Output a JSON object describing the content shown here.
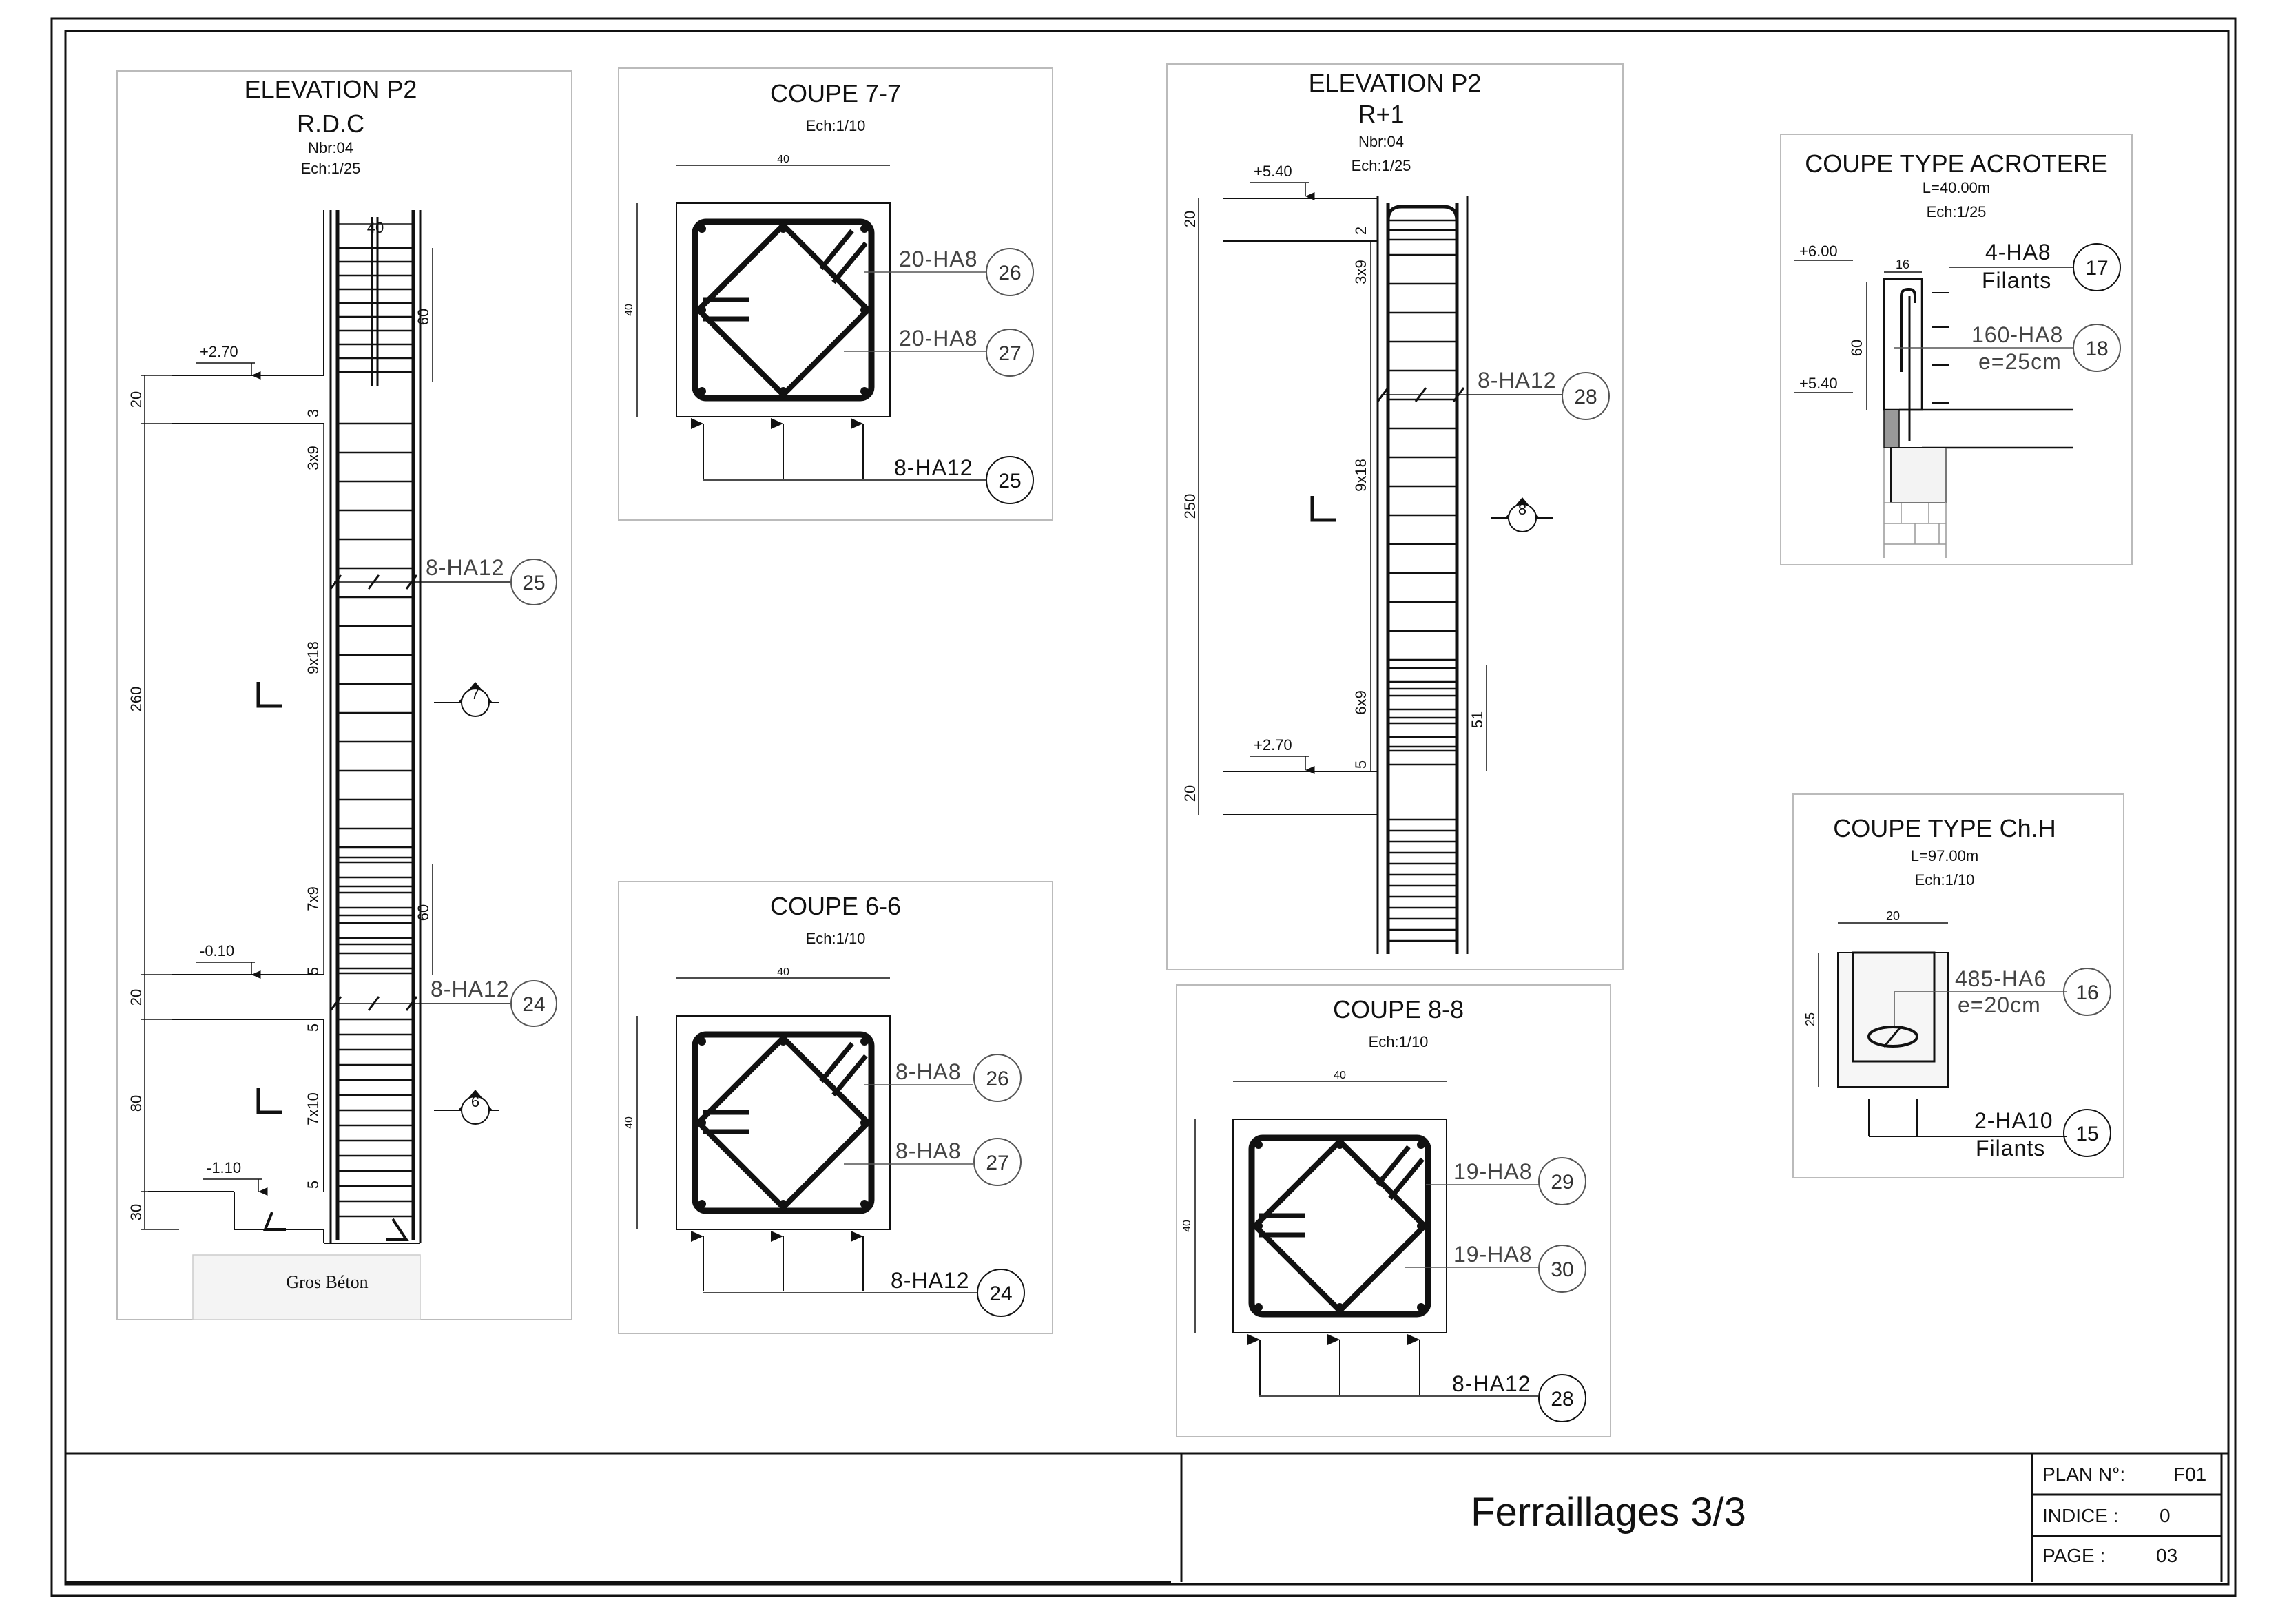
{
  "elev_rdc": {
    "title": "ELEVATION P2",
    "level": "R.D.C",
    "nbr": "Nbr:04",
    "scale": "Ech:1/25",
    "dim_width": "40",
    "dims": [
      "20",
      "260",
      "20",
      "80",
      "30",
      "60",
      "3",
      "3x9",
      "9x18",
      "7x9",
      "5",
      "5",
      "7x10",
      "5",
      "60"
    ],
    "levels": [
      "+2.70",
      "-0.10",
      "-1.10"
    ],
    "callouts": [
      {
        "text": "8-HA12",
        "num": "25"
      },
      {
        "text": "8-HA12",
        "num": "24"
      }
    ],
    "section_marks": [
      "7",
      "6"
    ],
    "foundation": "Gros Béton"
  },
  "coupe77": {
    "title": "COUPE 7-7",
    "scale": "Ech:1/10",
    "dim_w": "40",
    "dim_h": "40",
    "callouts": [
      {
        "text": "20-HA8",
        "num": "26"
      },
      {
        "text": "20-HA8",
        "num": "27"
      },
      {
        "text": "8-HA12",
        "num": "25"
      }
    ]
  },
  "coupe66": {
    "title": "COUPE 6-6",
    "scale": "Ech:1/10",
    "dim_w": "40",
    "dim_h": "40",
    "callouts": [
      {
        "text": "8-HA8",
        "num": "26"
      },
      {
        "text": "8-HA8",
        "num": "27"
      },
      {
        "text": "8-HA12",
        "num": "24"
      }
    ]
  },
  "elev_r1": {
    "title": "ELEVATION P2",
    "level": "R+1",
    "nbr": "Nbr:04",
    "scale": "Ech:1/25",
    "dims": [
      "20",
      "250",
      "20",
      "2",
      "3x9",
      "9x18",
      "6x9",
      "5",
      "51"
    ],
    "levels": [
      "+5.40",
      "+2.70"
    ],
    "callouts": [
      {
        "text": "8-HA12",
        "num": "28"
      }
    ],
    "section_marks": [
      "8"
    ]
  },
  "coupe88": {
    "title": "COUPE 8-8",
    "scale": "Ech:1/10",
    "dim_w": "40",
    "dim_h": "40",
    "callouts": [
      {
        "text": "19-HA8",
        "num": "29"
      },
      {
        "text": "19-HA8",
        "num": "30"
      },
      {
        "text": "8-HA12",
        "num": "28"
      }
    ]
  },
  "acrotere": {
    "title": "COUPE TYPE ACROTERE",
    "length": "L=40.00m",
    "scale": "Ech:1/25",
    "dims": [
      "16",
      "60"
    ],
    "levels": [
      "+6.00",
      "+5.40"
    ],
    "callouts": [
      {
        "text": "4-HA8",
        "text2": "Filants",
        "num": "17"
      },
      {
        "text": "160-HA8",
        "text2": "e=25cm",
        "num": "18"
      }
    ]
  },
  "chainage": {
    "title": "COUPE TYPE Ch.H",
    "length": "L=97.00m",
    "scale": "Ech:1/10",
    "dims": [
      "20",
      "25"
    ],
    "callouts": [
      {
        "text": "485-HA6",
        "text2": "e=20cm",
        "num": "16"
      },
      {
        "text": "2-HA10",
        "text2": "Filants",
        "num": "15"
      }
    ]
  },
  "title_block": {
    "sheet_title": "Ferraillages 3/3",
    "plan_label": "PLAN N°:",
    "plan_value": "F01",
    "indice_label": "INDICE  :",
    "indice_value": "0",
    "page_label": "PAGE  :",
    "page_value": "03"
  }
}
